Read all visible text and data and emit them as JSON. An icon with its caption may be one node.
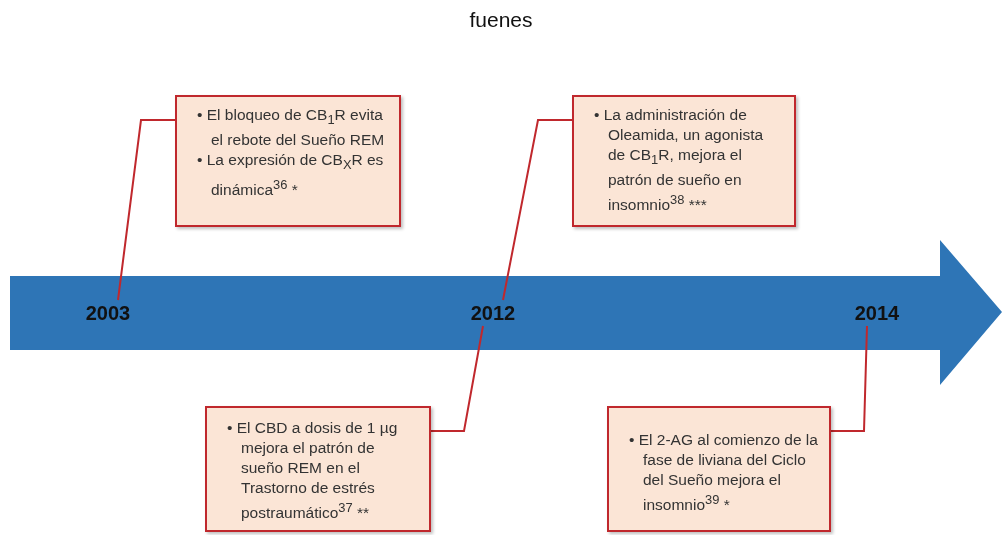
{
  "diagram": {
    "title": "fuenes",
    "nodes": [
      {
        "text": [
          "• El bloqueo de CB$_{1}$R evita el rebote del Sueño REM",
          "• La expresión de CB$_{X}$R es dinámica$^{36}$ *"
        ]
      },
      {
        "text": [
          "• La administración de Oleamida, un agonista de CB$_{1}$R, mejora el patrón de sueño en insomnio$^{38}$ ***"
        ]
      },
      {
        "text": [
          "2003"
        ]
      },
      {
        "text": [
          "2012"
        ]
      },
      {
        "text": [
          "2014"
        ]
      },
      {
        "text": [
          "• El CBD a dosis de 1 µg mejora el patrón de sueño REM en el Trastorno de estrés postraumático$^{37}$ **"
        ]
      },
      {
        "text": [
          "• El 2-AG al comienzo de la fase de liviana del Ciclo del Sueño mejora el insomnio$^{39}$ *"
        ]
      }
    ],
    "edges": [
      {
        "from": 0,
        "to": 2,
        "arrow": "none"
      },
      {
        "from": 1,
        "to": 3,
        "arrow": "none"
      },
      {
        "from": 5,
        "to": 3,
        "arrow": "none"
      },
      {
        "from": 6,
        "to": 4,
        "arrow": "none"
      }
    ]
  }
}
